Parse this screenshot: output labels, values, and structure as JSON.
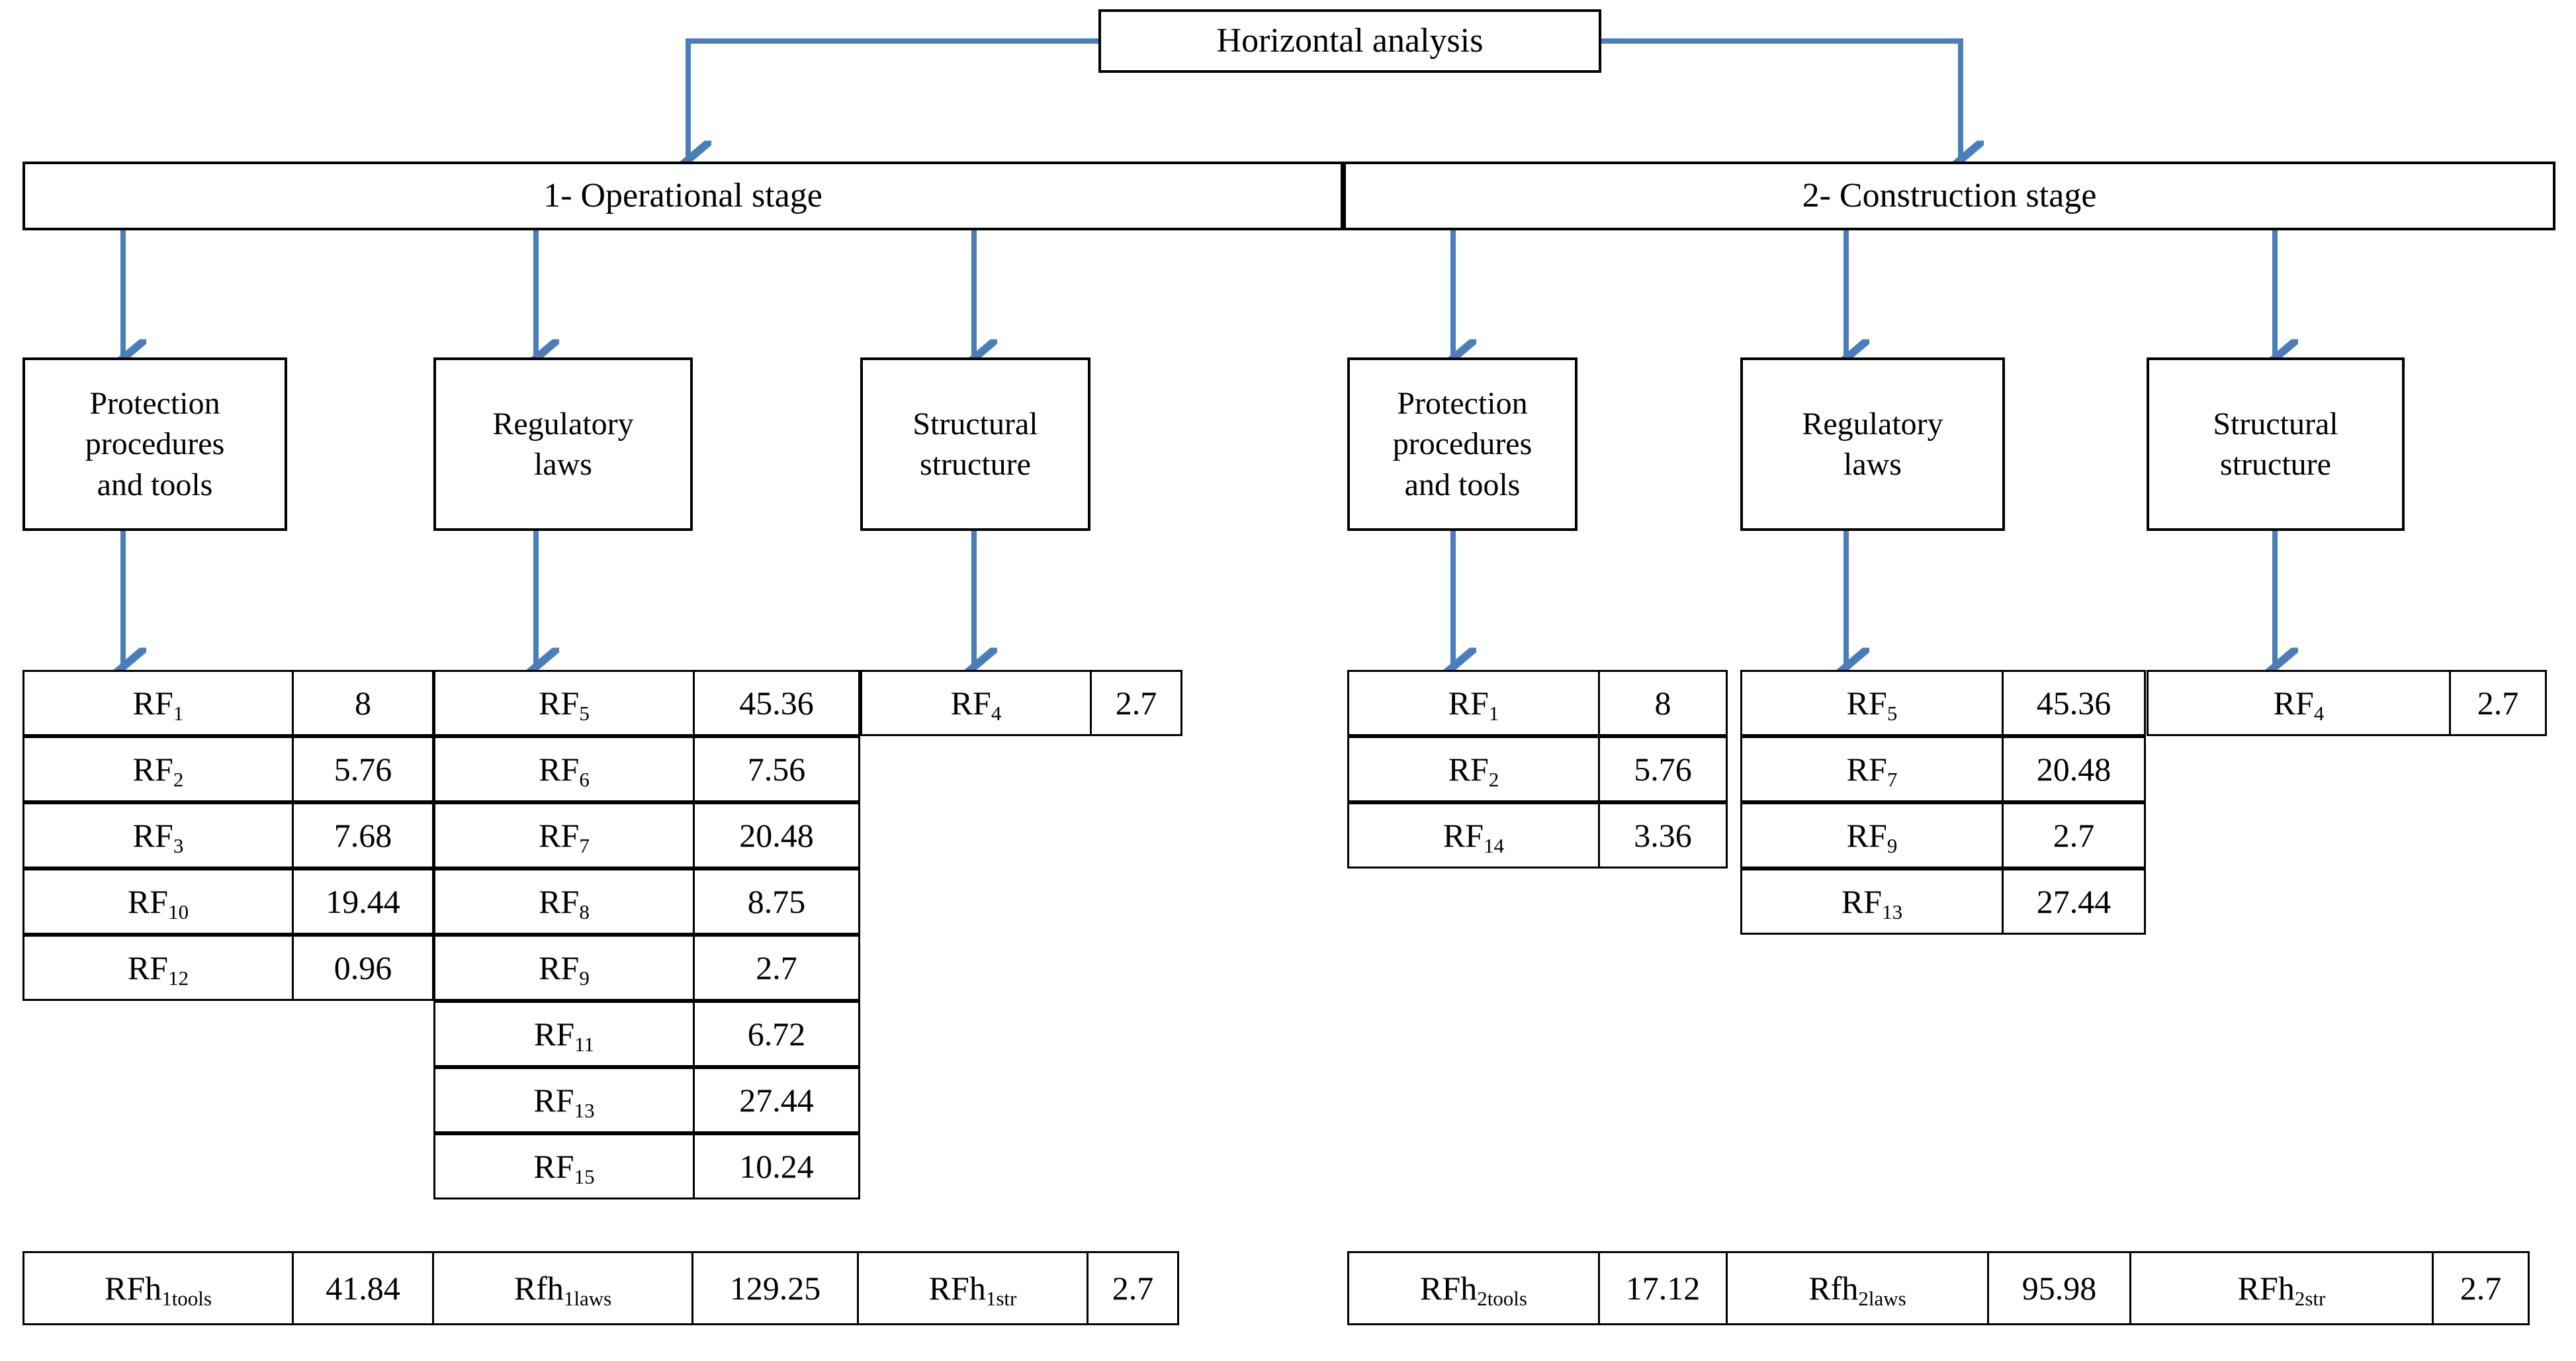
{
  "root": {
    "label": "Horizontal analysis"
  },
  "accent_color": "#4a7ebb",
  "line_color": "#000000",
  "stages": [
    {
      "label": "1- Operational   stage"
    },
    {
      "label": "2- Construction stage"
    }
  ],
  "categories": [
    {
      "label": "Protection\nprocedures\nand tools"
    },
    {
      "label": "Regulatory\nlaws"
    },
    {
      "label": "Structural\nstructure"
    },
    {
      "label": "Protection\nprocedures\nand tools"
    },
    {
      "label": "Regulatory\nlaws"
    },
    {
      "label": "Structural\nstructure"
    }
  ],
  "tables": {
    "stage1_tools": [
      {
        "code": "RF",
        "sub": "1",
        "value": "8"
      },
      {
        "code": "RF",
        "sub": "2",
        "value": "5.76"
      },
      {
        "code": "RF",
        "sub": "3",
        "value": "7.68"
      },
      {
        "code": "RF",
        "sub": "10",
        "value": "19.44"
      },
      {
        "code": "RF",
        "sub": "12",
        "value": "0.96"
      }
    ],
    "stage1_laws": [
      {
        "code": "RF",
        "sub": "5",
        "value": "45.36"
      },
      {
        "code": "RF",
        "sub": "6",
        "value": "7.56"
      },
      {
        "code": "RF",
        "sub": "7",
        "value": "20.48"
      },
      {
        "code": "RF",
        "sub": "8",
        "value": "8.75"
      },
      {
        "code": "RF",
        "sub": "9",
        "value": "2.7"
      },
      {
        "code": "RF",
        "sub": "11",
        "value": "6.72"
      },
      {
        "code": "RF",
        "sub": "13",
        "value": "27.44"
      },
      {
        "code": "RF",
        "sub": "15",
        "value": "10.24"
      }
    ],
    "stage1_str": [
      {
        "code": "RF",
        "sub": "4",
        "value": "2.7"
      }
    ],
    "stage2_tools": [
      {
        "code": "RF",
        "sub": "1",
        "value": "8"
      },
      {
        "code": "RF",
        "sub": "2",
        "value": "5.76"
      },
      {
        "code": "RF",
        "sub": "14",
        "value": "3.36"
      }
    ],
    "stage2_laws": [
      {
        "code": "RF",
        "sub": "5",
        "value": "45.36"
      },
      {
        "code": "RF",
        "sub": "7",
        "value": "20.48"
      },
      {
        "code": "RF",
        "sub": "9",
        "value": "2.7"
      },
      {
        "code": "RF",
        "sub": "13",
        "value": "27.44"
      }
    ],
    "stage2_str": [
      {
        "code": "RF",
        "sub": "4",
        "value": "2.7"
      }
    ]
  },
  "totals": {
    "stage1": [
      {
        "code": "RFh",
        "sub": "1tools",
        "value": "41.84"
      },
      {
        "code": "Rfh",
        "sub": "1laws",
        "value": "129.25"
      },
      {
        "code": "RFh",
        "sub": "1str",
        "value": "2.7"
      }
    ],
    "stage2": [
      {
        "code": "RFh",
        "sub": "2tools",
        "value": "17.12"
      },
      {
        "code": "Rfh",
        "sub": "2laws",
        "value": "95.98"
      },
      {
        "code": "RFh",
        "sub": "2str",
        "value": "2.7"
      }
    ]
  }
}
